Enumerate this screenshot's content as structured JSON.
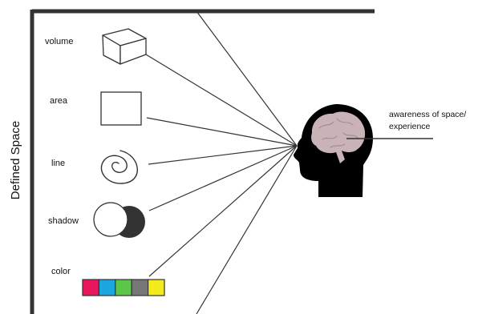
{
  "diagram": {
    "side_label": "Defined Space",
    "elements": [
      {
        "label": "volume",
        "icon": "cube-icon"
      },
      {
        "label": "area",
        "icon": "square-icon"
      },
      {
        "label": "line",
        "icon": "spiral-icon"
      },
      {
        "label": "shadow",
        "icon": "shadow-circles-icon"
      },
      {
        "label": "color",
        "icon": "color-swatches-icon"
      }
    ],
    "head_icon": "head-brain-icon",
    "result_label_line1": "awareness of space/",
    "result_label_line2": "experience",
    "swatch_colors": [
      "#e8175d",
      "#1aa7e0",
      "#5cc64a",
      "#777777",
      "#f2ea1a"
    ],
    "colors": {
      "stroke": "#333333",
      "head": "#000000",
      "brain": "#c9b3b6",
      "shadow_fill": "#333333"
    }
  }
}
